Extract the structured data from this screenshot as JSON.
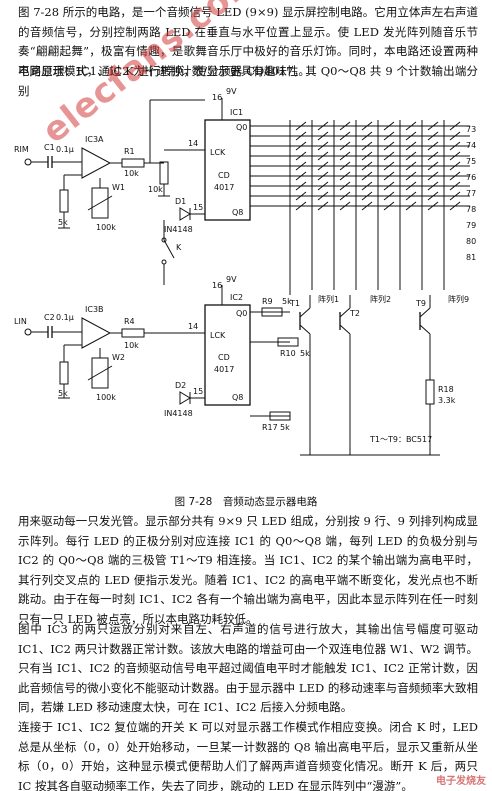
{
  "text": {
    "para1": "图 7-28 所示的电路，是一个音频信号 LED (9×9) 显示屏控制电路。它用立体声左右声道的音频信号，分别控制两路 LED 在垂直与水平位置上显示。使 LED 发光阵列随音乐节奏“翩翩起舞”，极富有情趣，是歌舞音乐厅中极好的音乐灯饰。同时，本电路还设置两种不同显示模式，通过 K 进行转换，使显示更具有趣味性。",
    "para2": "电路原理：IC1、IC2 为十进制计数/分频器 CD4017，其 Q0～Q8 共 9 个计数输出端分别",
    "caption": "图 7-28　音频动态显示器电路",
    "para3": "用来驱动每一只发光管。显示部分共有 9×9 只 LED 组成，分别按 9 行、9 列排列构成显示阵列。每行 LED 的正极分别对应连接 IC1 的 Q0～Q8 端，每列 LED 的负极分别与 IC2 的 Q0～Q8 端的三极管 T1～T9 相连接。当 IC1、IC2 的某个输出端为高电平时，其行列交叉点的 LED 便指示发光。随着 IC1、IC2 的高电平端不断变化，发光点也不断跳动。由于在每一时刻 IC1、IC2 各有一个输出端为高电平，因此本显示阵列在任一时刻只有一只 LED 被点亮，所以本电路功耗较低。",
    "para4": "图中 IC3 的两只运放分别对来自左、右声道的信号进行放大，其输出信号幅度可驱动 IC1、IC2 两只计数器正常计数。该放大电路的增益可由一个双连电位器 W1、W2 调节。只有当 IC1、IC2 的音频驱动信号电平超过阈值电平时才能触发 IC1、IC2 正常计数，因此音频信号的微小变化不能驱动计数器。由于显示器中 LED 的移动速率与音频频率大致相同，若嫌 LED 移动速度太快，可在 IC1、IC2 后接入分频电路。",
    "para5": "连接于 IC1、IC2 复位端的开关 K 可以对显示器工作模式作相应变换。闭合 K 时，LED 总是从坐标（0，0）处开始移动，一旦某一计数器的 Q8 输出高电平后，显示又重新从坐标（0，0）开始，这种显示模式便帮助人们了解两声道音频变化情况。断开 K 后，两只 IC 按其各自驱动频率工作，失去了同步，跳动的 LED 在显示阵列中“漫游”。"
  },
  "circuit": {
    "labels": {
      "rim": "RIM",
      "lin": "LIN",
      "ic3a": "IC3A",
      "ic3b": "IC3B",
      "ic1": "IC1",
      "ic2": "IC2",
      "vcc1": "9V",
      "vcc2": "9V",
      "cd1": "CD",
      "cd1b": "4017",
      "cd2": "CD",
      "cd2b": "4017",
      "lck1": "LCK",
      "lck2": "LCK",
      "c1": "C1",
      "c1v": "0.1μ",
      "c2": "C2",
      "c2v": "0.1μ",
      "w1": "W1",
      "w1v": "100k",
      "w2": "W2",
      "w2v": "100k",
      "r1": "R1",
      "r1v": "10k",
      "r2v": "5k",
      "r3v": "10k",
      "r4": "R4",
      "r4v": "10k",
      "r5v": "5k",
      "d1": "D1",
      "d1v": "IN4148",
      "d2": "D2",
      "d2v": "IN4148",
      "pin14a": "14",
      "pin15a": "15",
      "pin16a": "16",
      "pin14b": "14",
      "pin15b": "15",
      "pin16b": "16",
      "q0a": "Q0",
      "q8a": "Q8",
      "q0b": "Q0",
      "q8b": "Q8",
      "k": "K",
      "r9": "R9",
      "r9v": "5k",
      "r10": "R10",
      "r10v": "5k",
      "r17": "R17",
      "r17v": "5k",
      "r18": "R18",
      "r18v": "3.3k",
      "t1": "T1",
      "t2": "T2",
      "t9": "T9",
      "col1": "阵列1",
      "col2": "阵列2",
      "col9": "阵列9",
      "tnote": "T1～T9：BC517",
      "led73": "73",
      "led74": "74",
      "led75": "75",
      "led76": "76",
      "led77": "77",
      "led78": "78",
      "led79": "79",
      "led80": "80",
      "led81": "81"
    }
  },
  "watermark": "elecfans.com",
  "logo": "电子发烧友"
}
